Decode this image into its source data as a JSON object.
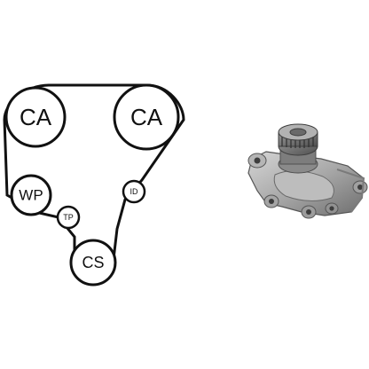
{
  "diagram": {
    "pulleys": [
      {
        "id": "cam-left",
        "label": "CA"
      },
      {
        "id": "cam-right",
        "label": "CA"
      },
      {
        "id": "water-pump",
        "label": "WP"
      },
      {
        "id": "tensioner",
        "label": "TP"
      },
      {
        "id": "idler",
        "label": "ID"
      },
      {
        "id": "crankshaft",
        "label": "CS"
      }
    ],
    "colors": {
      "belt": "#111111",
      "pulley_stroke": "#111111",
      "pulley_fill": "#ffffff",
      "background": "#ffffff"
    }
  },
  "product_image": {
    "subject_icon": "water-pump-photo-icon",
    "colors": {
      "metal_light": "#c9c9c9",
      "metal_mid": "#9a9a9a",
      "metal_dark": "#5e5e5e"
    }
  }
}
